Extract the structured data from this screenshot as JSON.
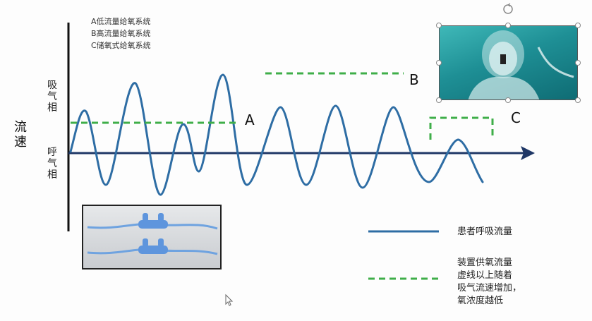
{
  "systems": {
    "a": "A低流量给氧系统",
    "b": "B高流量给氧系统",
    "c": "C储氧式给氧系统"
  },
  "y_axis": {
    "title": "流速",
    "upper": "吸气相",
    "lower": "呼气相"
  },
  "markers": {
    "a": "A",
    "b": "B",
    "c": "C"
  },
  "legend": {
    "solid": "患者呼吸流量",
    "dashed_lines": [
      "装置供氧流量",
      "虚线以上随着",
      "吸气流速增加，",
      "氧浓度越低"
    ]
  },
  "colors": {
    "wave": "#2e6da4",
    "dashed": "#3fae49",
    "axis": "#1f3766"
  },
  "icons": {
    "cursor": "mouse-cursor-icon",
    "rotate": "rotate-handle-icon"
  }
}
